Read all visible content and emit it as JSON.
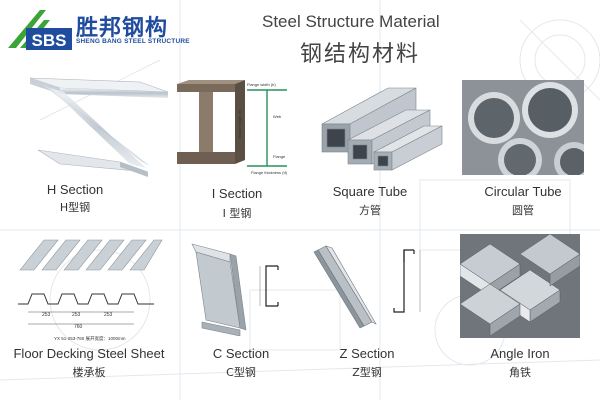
{
  "logo": {
    "mark": "SBS",
    "name_cn": "胜邦钢构",
    "name_en": "SHENG BANG STEEL STRUCTURE"
  },
  "header": {
    "title_en": "Steel Structure Material",
    "title_cn": "钢结构材料"
  },
  "products": [
    {
      "name_en": "H Section",
      "name_cn": "H型钢"
    },
    {
      "name_en": "I Section",
      "name_cn": "I 型钢"
    },
    {
      "name_en": "Square Tube",
      "name_cn": "方管"
    },
    {
      "name_en": "Circular Tube",
      "name_cn": "圆管"
    },
    {
      "name_en": "Floor Decking Steel Sheet",
      "name_cn": "楼承板"
    },
    {
      "name_en": "C Section",
      "name_cn": "C型钢"
    },
    {
      "name_en": "Z Section",
      "name_cn": "Z型钢"
    },
    {
      "name_en": "Angle Iron",
      "name_cn": "角铁"
    }
  ],
  "diagram_labels": {
    "i_flange_top": "Flange width (b)",
    "i_beam_height": "Beam height (h)",
    "i_web": "Web",
    "i_flange": "Flange",
    "i_flange_thk": "Flange thickness (tf)",
    "deck_dim_a": "253",
    "deck_dim_b": "253",
    "deck_dim_c": "253",
    "deck_total": "760",
    "deck_caption": "YX 51-253-760  展开宽度：1000mm"
  },
  "colors": {
    "brand_blue": "#1f4c9e",
    "brand_green": "#3aa535"
  }
}
